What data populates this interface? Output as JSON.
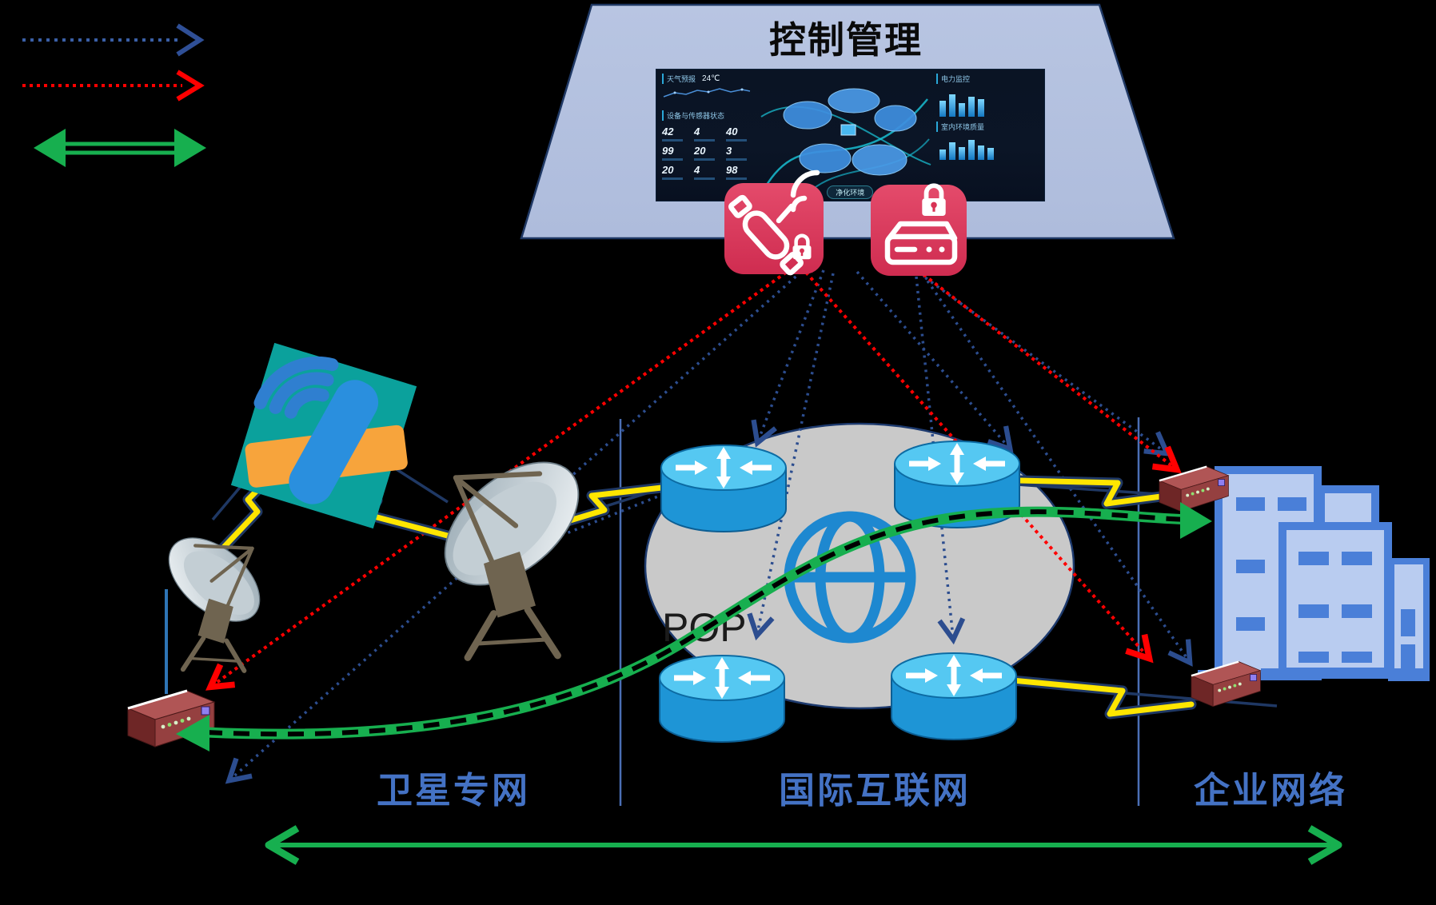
{
  "legend": {
    "items": [
      {
        "name": "management-link",
        "line_style": "dotted",
        "color": "#3a5fa6"
      },
      {
        "name": "security-link",
        "line_style": "dotted",
        "color": "#ff0000"
      },
      {
        "name": "data-link",
        "line_style": "double-arrow",
        "color": "#17af4f"
      }
    ]
  },
  "control_management": {
    "title": "控制管理",
    "dashboard": {
      "weather_label": "天气预报",
      "temperature": "24℃",
      "device_panel_label": "设备与传感器状态",
      "stats": [
        "42",
        "4",
        "40",
        "99",
        "20",
        "3",
        "20",
        "4",
        "98"
      ],
      "power_label": "电力监控",
      "env_label": "室内环境质量",
      "button_label": "净化环境",
      "bars_power": [
        55,
        78,
        48,
        70,
        62
      ],
      "bars_env": [
        45,
        72,
        55,
        82,
        60,
        50
      ]
    },
    "icons": [
      {
        "name": "satellite-lock-icon",
        "color": "#dc3457"
      },
      {
        "name": "gateway-lock-icon",
        "color": "#dc3457"
      }
    ]
  },
  "zones": {
    "satellite_network": {
      "label": "卫星专网"
    },
    "internet": {
      "label": "国际互联网",
      "pop_label": "POP"
    },
    "enterprise": {
      "label": "企业网络"
    },
    "label_color": "#4472c4"
  },
  "palette": {
    "background": "#000000",
    "trapezoid": "#b3c0de",
    "cloud": "#c9c9c9",
    "router_blue": "#29a8e0",
    "globe_blue": "#1e88d0",
    "device_red": "#954040",
    "lightning_yellow": "#ffe600",
    "link_navy": "#1f3864",
    "green": "#17af4f",
    "red": "#ff0000",
    "accent_blue": "#4472c4"
  }
}
